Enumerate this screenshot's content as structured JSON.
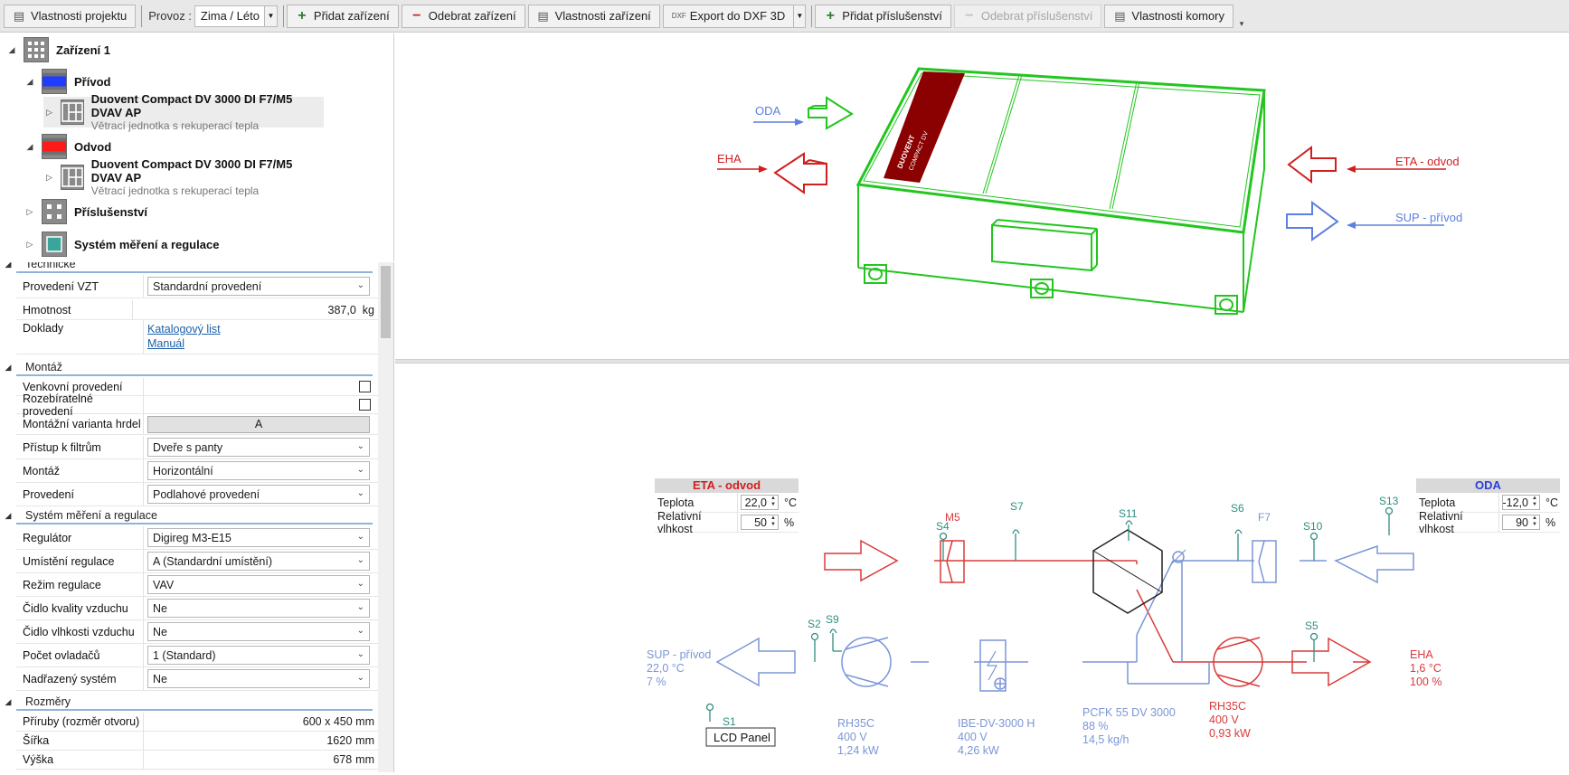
{
  "toolbar": {
    "project_props": "Vlastnosti projektu",
    "mode_label": "Provoz :",
    "mode_value": "Zima / Léto",
    "add_device": "Přidat zařízení",
    "remove_device": "Odebrat zařízení",
    "device_props": "Vlastnosti zařízení",
    "export_dxf": "Export do DXF 3D",
    "add_accessory": "Přidat příslušenství",
    "remove_accessory": "Odebrat příslušenství",
    "chamber_props": "Vlastnosti komory"
  },
  "tree": {
    "root": "Zařízení 1",
    "supply": "Přívod",
    "supply_unit_title": "Duovent Compact DV 3000 DI F7/M5 DVAV AP",
    "supply_unit_sub": "Větrací jednotka s rekuperací tepla",
    "exhaust": "Odvod",
    "exhaust_unit_title": "Duovent Compact DV 3000 DI F7/M5 DVAV AP",
    "exhaust_unit_sub": "Větrací jednotka s rekuperací tepla",
    "accessories": "Příslušenství",
    "control": "Systém měření a regulace"
  },
  "props": {
    "cat_technical": "Technické",
    "provedeni_vzt_label": "Provedení VZT",
    "provedeni_vzt_value": "Standardní provedení",
    "hmotnost_label": "Hmotnost",
    "hmotnost_value": "387,0",
    "hmotnost_unit": "kg",
    "doklady_label": "Doklady",
    "doklady_link1": "Katalogový list",
    "doklady_link2": "Manuál",
    "cat_montaz": "Montáž",
    "venkovni_label": "Venkovní provedení",
    "rozebiratelne_label": "Rozebíratelné provedení",
    "varianta_label": "Montážní varianta hrdel",
    "varianta_value": "A",
    "pristup_label": "Přístup k filtrům",
    "pristup_value": "Dveře s panty",
    "montaz_label": "Montáž",
    "montaz_value": "Horizontální",
    "provedeni_label": "Provedení",
    "provedeni_value": "Podlahové provedení",
    "cat_control": "Systém měření a regulace",
    "regulator_label": "Regulátor",
    "regulator_value": "Digireg M3-E15",
    "umisteni_label": "Umístění regulace",
    "umisteni_value": "A (Standardní umístění)",
    "rezim_label": "Režim regulace",
    "rezim_value": "VAV",
    "cidlo_kvality_label": "Čidlo kvality vzduchu",
    "cidlo_kvality_value": "Ne",
    "cidlo_vlhkosti_label": "Čidlo vlhkosti vzduchu",
    "cidlo_vlhkosti_value": "Ne",
    "pocet_label": "Počet ovladačů",
    "pocet_value": "1 (Standard)",
    "nadrazeny_label": "Nadřazený systém",
    "nadrazeny_value": "Ne",
    "cat_rozmery": "Rozměry",
    "priruby_label": "Příruby (rozměr otvoru)",
    "priruby_value": "600 x 450 mm",
    "sirka_label": "Šířka",
    "sirka_value": "1620",
    "sirka_unit": "mm",
    "vyska_label": "Výška",
    "vyska_value": "678",
    "vyska_unit": "mm"
  },
  "view3d": {
    "oda": "ODA",
    "eha": "EHA",
    "eta": "ETA - odvod",
    "sup": "SUP - přívod",
    "brand": "DUOVENT",
    "brand_sub": "COMPACT DV"
  },
  "schema": {
    "eta_panel": {
      "title": "ETA - odvod",
      "temp_label": "Teplota",
      "temp_value": "22,0",
      "temp_unit": "°C",
      "hum_label": "Relativní vlhkost",
      "hum_value": "50",
      "hum_unit": "%"
    },
    "oda_panel": {
      "title": "ODA",
      "temp_label": "Teplota",
      "temp_value": "-12,0",
      "temp_unit": "°C",
      "hum_label": "Relativní vlhkost",
      "hum_value": "90",
      "hum_unit": "%"
    },
    "sensors": {
      "s1": "S1",
      "s2": "S2",
      "s4": "S4",
      "s5": "S5",
      "s6": "S6",
      "s7": "S7",
      "s9": "S9",
      "s10": "S10",
      "s11": "S11",
      "s13": "S13"
    },
    "m5": "M5",
    "f7": "F7",
    "sup": {
      "name": "SUP - přívod",
      "temp": "22,0 °C",
      "hum": "7 %"
    },
    "eha": {
      "name": "EHA",
      "temp": "1,6 °C",
      "hum": "100 %"
    },
    "fan_supply": {
      "name": "RH35C",
      "voltage": "400 V",
      "power": "1,24 kW"
    },
    "heater": {
      "name": "IBE-DV-3000 H",
      "voltage": "400 V",
      "power": "4,26 kW"
    },
    "exchanger": {
      "name": "PCFK 55 DV 3000",
      "eff": "88 %",
      "cond": "14,5 kg/h"
    },
    "fan_exhaust": {
      "name": "RH35C",
      "voltage": "400 V",
      "power": "0,93 kW"
    },
    "lcd": "LCD Panel"
  },
  "colors": {
    "supply": "#7b96d6",
    "exhaust": "#d93a3a",
    "unit3d": "#22c61f",
    "sensor": "#2f8f7f"
  }
}
